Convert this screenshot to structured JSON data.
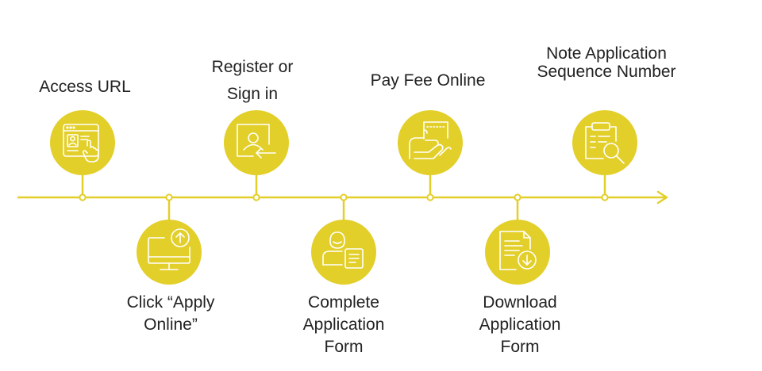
{
  "colors": {
    "accent": "#e3cf2a",
    "line": "#e3cf2a",
    "icon_stroke": "#ffffff",
    "text": "#222222"
  },
  "steps": [
    {
      "label": "Access URL",
      "icon": "browser-profile-click-icon",
      "side": "top"
    },
    {
      "label": "Click “Apply\nOnline”",
      "icon": "monitor-upload-icon",
      "side": "bottom"
    },
    {
      "label": "Register or\nSign in",
      "icon": "user-login-icon",
      "side": "top"
    },
    {
      "label": "Complete\nApplication\nForm",
      "icon": "user-form-icon",
      "side": "bottom"
    },
    {
      "label": "Pay Fee Online",
      "icon": "hand-payment-ticket-icon",
      "side": "top"
    },
    {
      "label": "Download\nApplication\nForm",
      "icon": "document-download-icon",
      "side": "bottom"
    },
    {
      "label": "Note Application\nSequence Number",
      "icon": "clipboard-search-icon",
      "side": "top"
    }
  ]
}
